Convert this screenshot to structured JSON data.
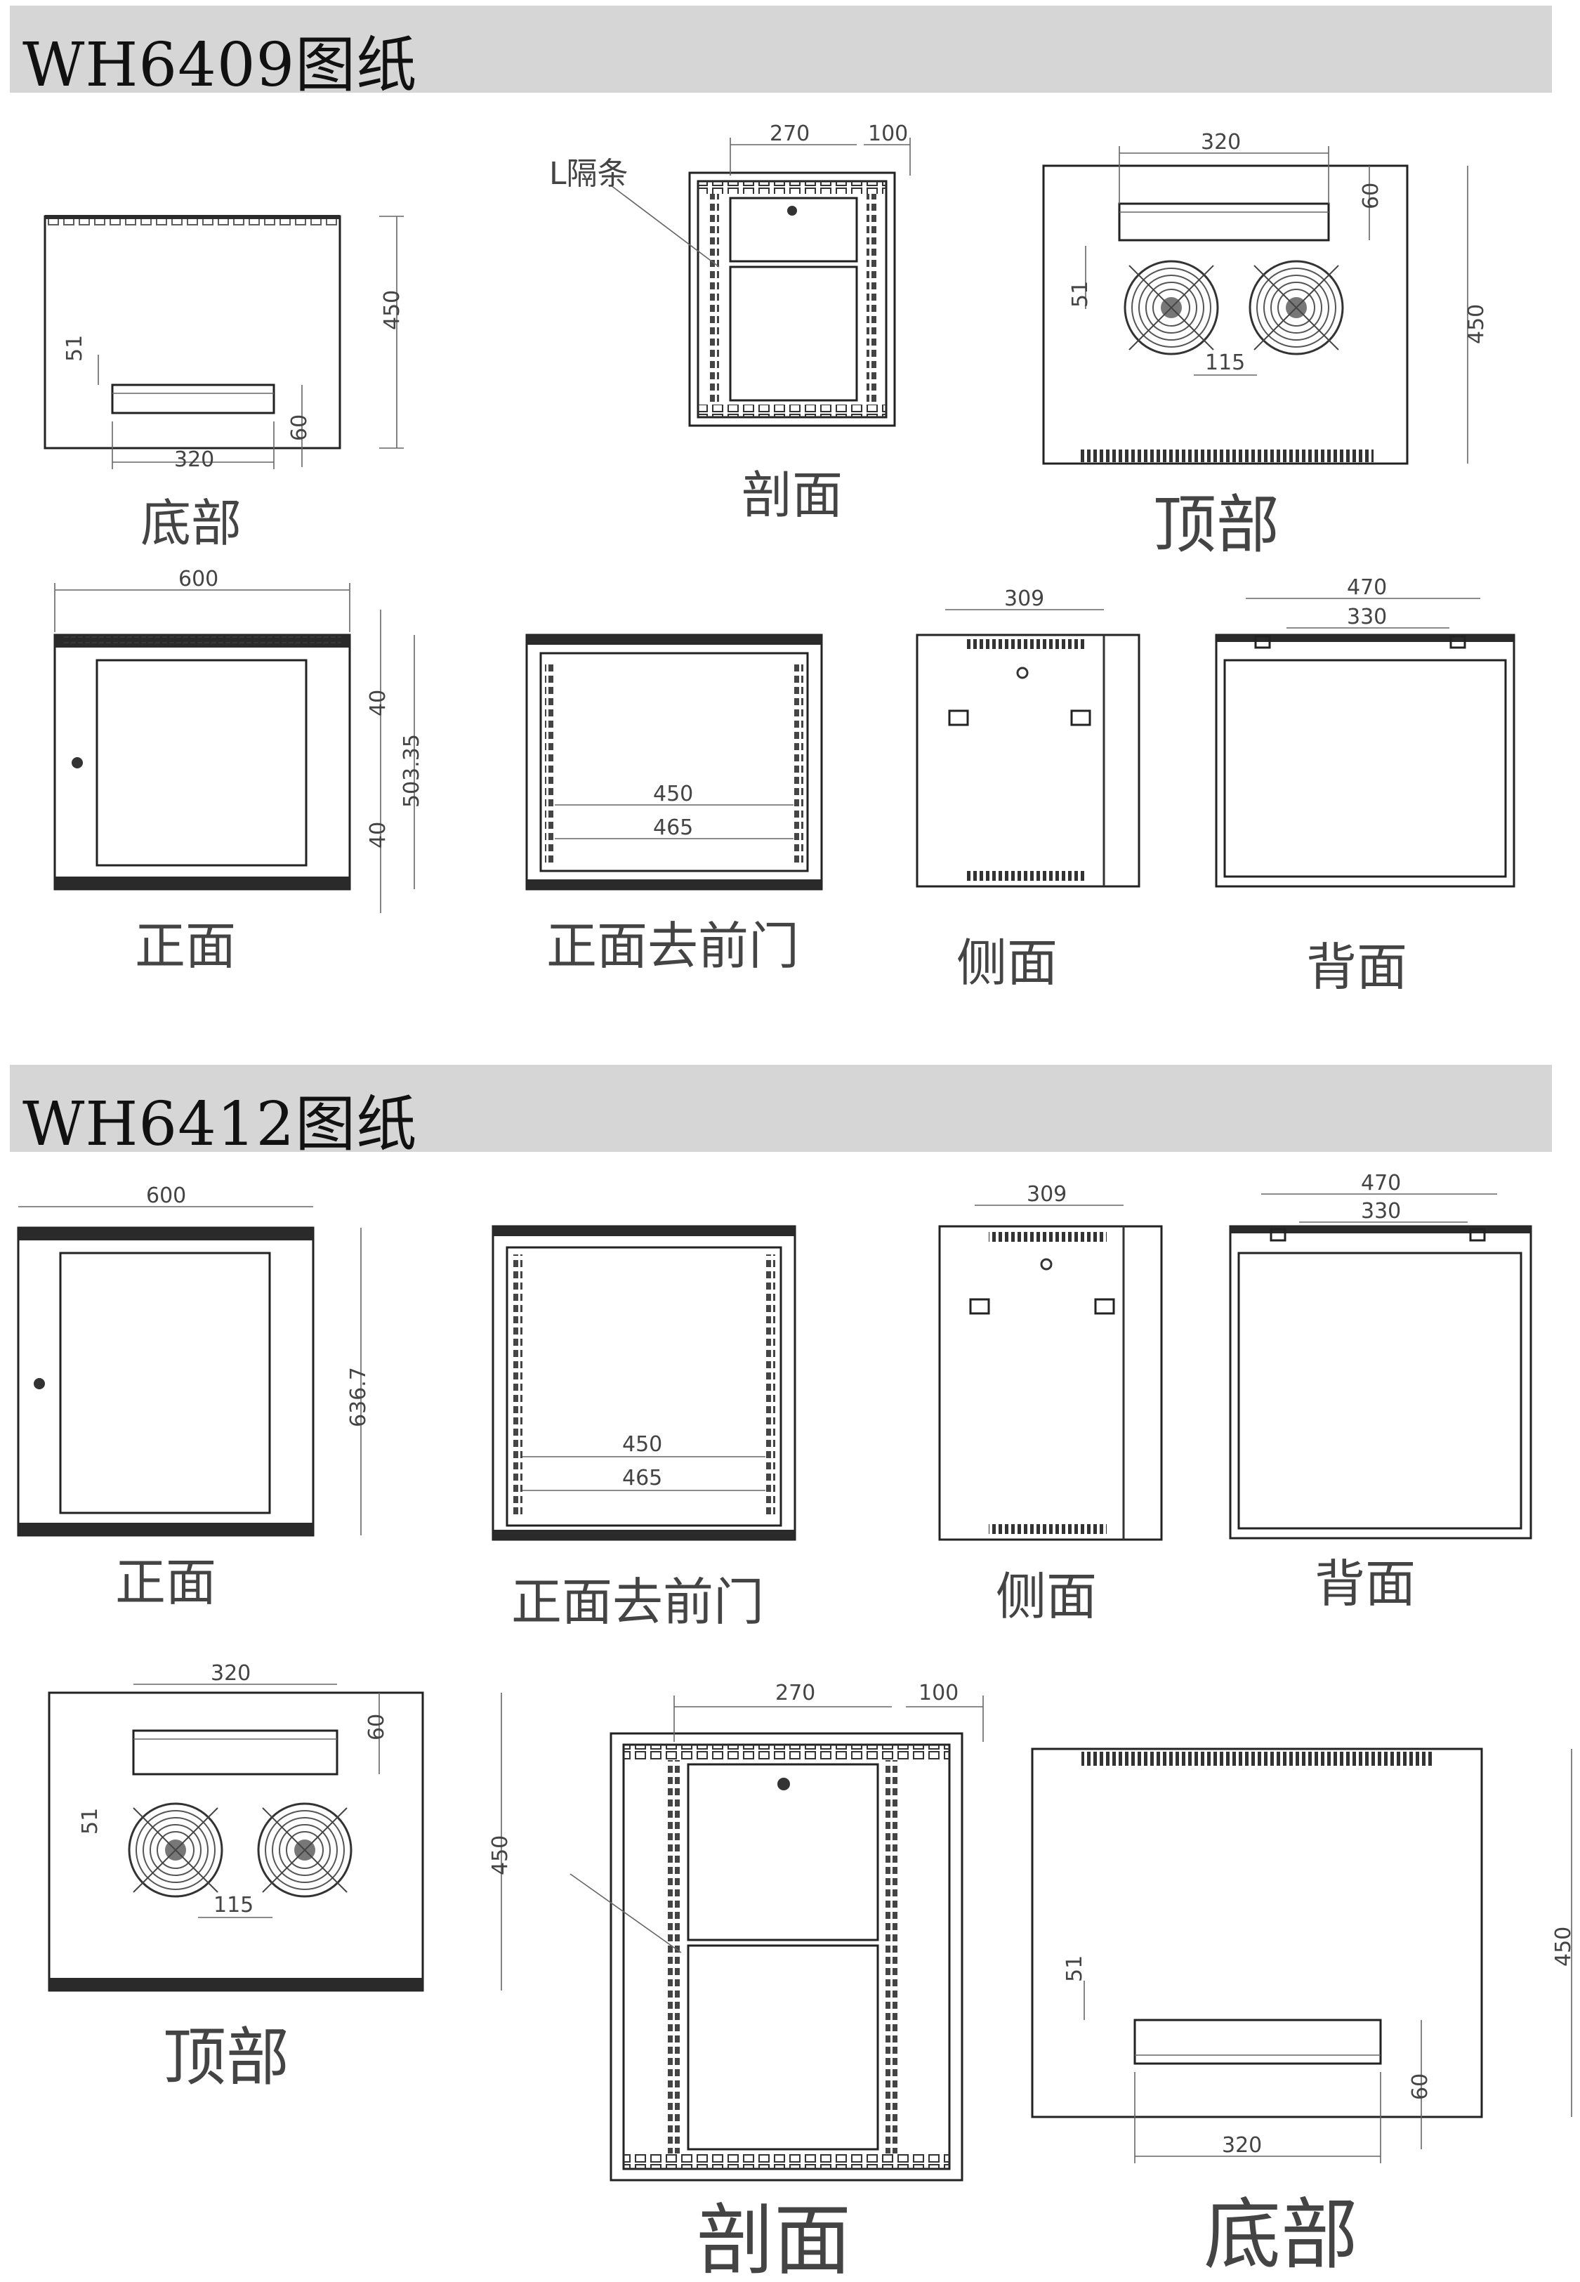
{
  "sections": [
    {
      "title": "WH6409图纸"
    },
    {
      "title": "WH6412图纸"
    }
  ],
  "views": {
    "bottom": "底部",
    "section": "剖面",
    "top": "顶部",
    "front": "正面",
    "front_no_door": "正面去前门",
    "side": "侧面",
    "back": "背面",
    "l_strip": "L隔条"
  },
  "dims": {
    "d600": "600",
    "d450": "450",
    "d465": "465",
    "d320": "320",
    "d309": "309",
    "d470": "470",
    "d330": "330",
    "d270": "270",
    "d100": "100",
    "d115": "115",
    "d51": "51",
    "d60": "60",
    "d40": "40",
    "d50335": "503.35",
    "d6367": "636.7"
  }
}
